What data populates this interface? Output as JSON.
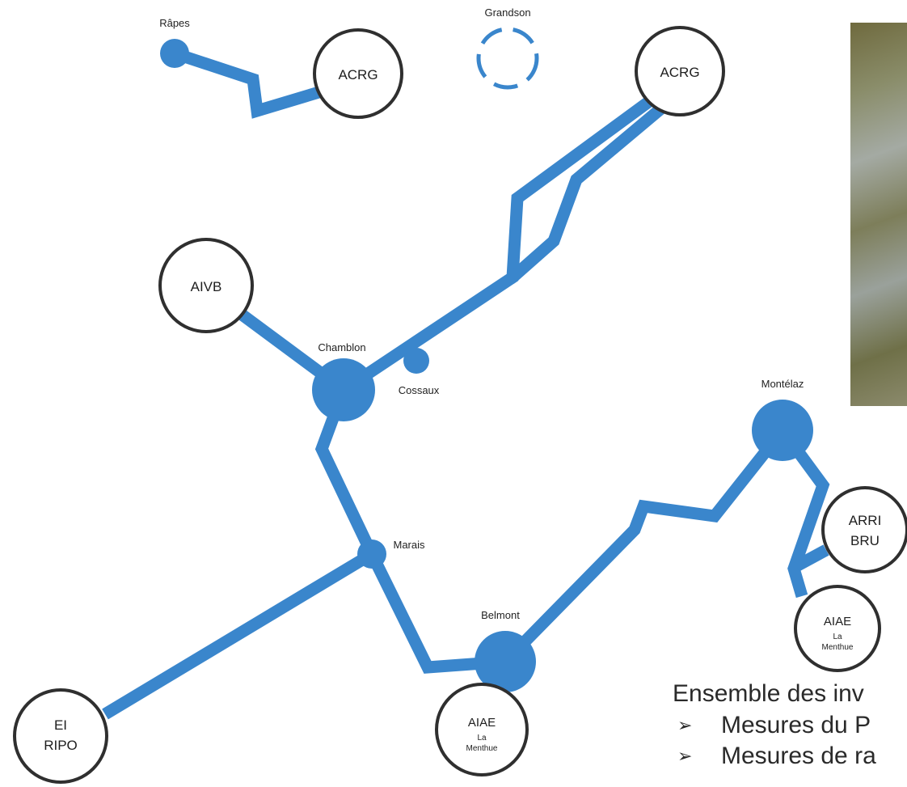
{
  "colors": {
    "pipe": "#3a86cc",
    "node_border": "#2f2f2f",
    "text": "#222222"
  },
  "nodes": {
    "acrg_left": {
      "line1": "ACRG"
    },
    "acrg_right": {
      "line1": "ACRG"
    },
    "aivb": {
      "line1": "AIVB"
    },
    "arribru": {
      "line1": "ARRI",
      "line2": "BRU"
    },
    "aiae_right": {
      "line1": "AIAE",
      "line2": "La",
      "line3": "Menthue"
    },
    "aiae_bottom": {
      "line1": "AIAE",
      "line2": "La",
      "line3": "Menthue"
    },
    "eiripo": {
      "line1": "EI",
      "line2": "RIPO"
    }
  },
  "labels": {
    "rapes": "Râpes",
    "grandson": "Grandson",
    "chamblon": "Chamblon",
    "cossaux": "Cossaux",
    "montelaz": "Montélaz",
    "marais": "Marais",
    "belmont": "Belmont"
  },
  "caption": {
    "title": "Ensemble des inv",
    "items": [
      "Mesures du P",
      "Mesures de ra"
    ],
    "bullet_icon": "arrow-bullet-icon"
  },
  "photo": {
    "icon": "landscape-photo"
  }
}
